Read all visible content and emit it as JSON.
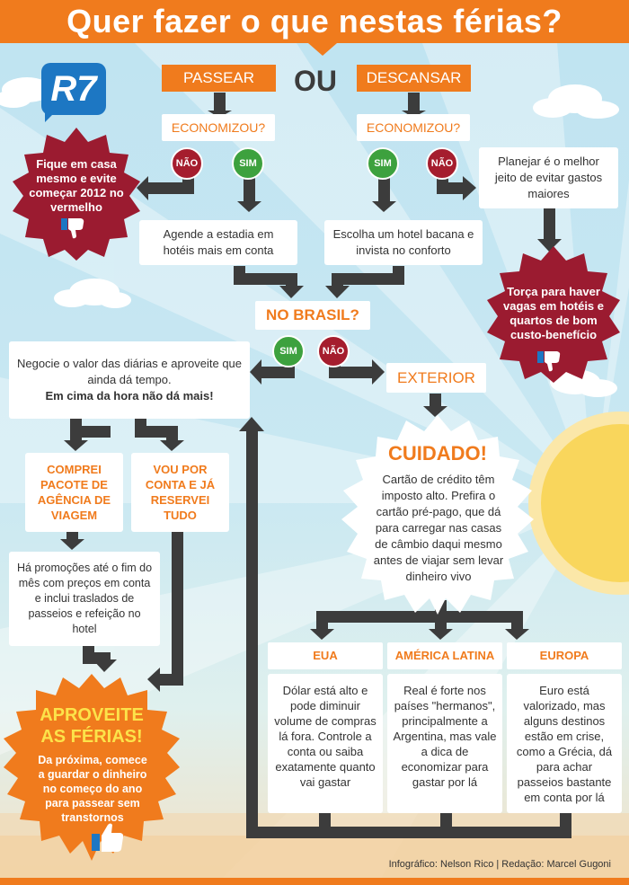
{
  "header": {
    "title": "Quer fazer o que nestas férias?"
  },
  "logo": {
    "text": "R7"
  },
  "choices": {
    "left": "PASSEAR",
    "or": "OU",
    "right": "DESCANSAR"
  },
  "questions": {
    "saved_left": "ECONOMIZOU?",
    "saved_right": "ECONOMIZOU?",
    "brazil": "NO BRASIL?"
  },
  "answers": {
    "yes": "SIM",
    "no": "NÃO"
  },
  "bad_left": {
    "text": "Fique em casa mesmo e evite começar 2012 no vermelho"
  },
  "bad_right": {
    "text": "Torça para haver vagas em hotéis e quartos de bom custo-benefício"
  },
  "boxes": {
    "cheap_hotels": "Agende a estadia em hotéis mais em conta",
    "nice_hotel": "Escolha um hotel bacana e invista no conforto",
    "plan": "Planejar é o melhor jeito de evitar gastos maiores",
    "negotiate": "Negocie o valor das diárias e aproveite que ainda dá tempo.",
    "negotiate_bold": "Em cima da hora não dá mais!",
    "package": "COMPREI PACOTE DE AGÊNCIA DE VIAGEM",
    "own": "VOU POR CONTA E JÁ RESERVEI TUDO",
    "promos": "Há promoções até o fim do mês com preços em conta e inclui traslados de passeios e refeição no hotel",
    "exterior": "EXTERIOR"
  },
  "caution": {
    "title": "CUIDADO!",
    "text": "Cartão de crédito têm imposto alto. Prefira o cartão pré-pago, que dá para carregar nas casas de câmbio daqui mesmo antes de viajar sem levar dinheiro vivo"
  },
  "destinations": [
    {
      "title": "EUA",
      "text": "Dólar está alto e pode diminuir volume de compras lá fora. Controle a conta ou saiba exatamente quanto vai gastar"
    },
    {
      "title": "AMÉRICA LATINA",
      "text": "Real é forte nos países \"hermanos\", principalmente a Argentina, mas vale a dica de economizar para gastar por lá"
    },
    {
      "title": "EUROPA",
      "text": "Euro está valorizado, mas alguns destinos estão em crise, como a Grécia, dá para achar passeios bastante em conta por lá"
    }
  ],
  "enjoy": {
    "title": "APROVEITE AS FÉRIAS!",
    "text": "Da próxima, comece a guardar o dinheiro no começo do ano para passear sem transtornos"
  },
  "credits": {
    "text": "Infográfico: Nelson Rico  |  Redação: Marcel Gugoni"
  },
  "colors": {
    "orange": "#f07b1d",
    "green": "#3da13e",
    "red": "#a51d2e",
    "wine": "#9b1b30",
    "arrow": "#3c3c3c",
    "blue": "#1d77c3"
  }
}
